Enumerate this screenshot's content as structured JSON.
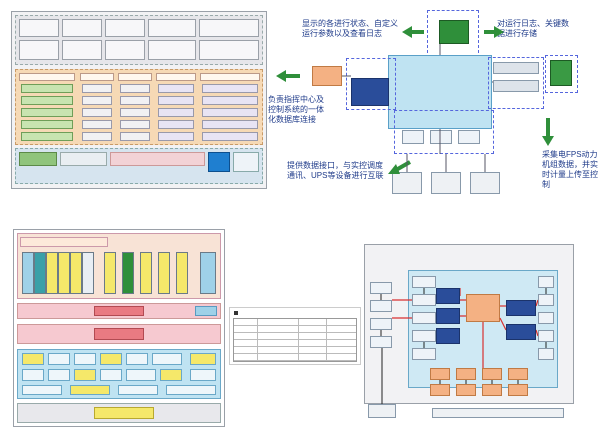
{
  "quadrant_tl": {
    "top_title": "",
    "sections": [
      "",
      "",
      "",
      ""
    ],
    "label_mid": "",
    "label_bottom": ""
  },
  "annotations": {
    "tl_right": "负责指挥中心及控制系统的一体化数据库连接",
    "top_center": "显示的各进行状态、自定义运行参数以及查看日志",
    "top_right": "对运行日志、关键数据进行存储",
    "mid_right": "采集电FPS动力机组数据，并实时计量上传至控制",
    "bottom_center": "提供数据接口，与实控调度通讯、UPS等设备进行互联"
  },
  "quadrant_tr": {
    "top_box": "",
    "center_box": "",
    "left_small": "",
    "bottom_boxes": [
      "",
      "",
      ""
    ]
  },
  "quadrant_bl": {
    "title": "",
    "rows": [
      "",
      "",
      "",
      "",
      ""
    ]
  },
  "table_mid": {
    "caption": "",
    "headers": [
      "",
      "",
      "",
      ""
    ],
    "rows": [
      [
        "",
        "",
        "",
        ""
      ],
      [
        "",
        "",
        "",
        ""
      ],
      [
        "",
        "",
        "",
        ""
      ],
      [
        "",
        "",
        "",
        ""
      ],
      [
        "",
        "",
        "",
        ""
      ],
      [
        "",
        "",
        "",
        ""
      ]
    ]
  },
  "quadrant_br": {
    "title": "",
    "center_box": ""
  },
  "colors": {
    "tl_top": "#e6e6ea",
    "tl_mid": "#f6d9b5",
    "tl_bottom": "#d6e4ef",
    "green_box": "#90c47c",
    "blue_box": "#1f7fd0",
    "yellow_box": "#f5e86a",
    "teal_box": "#3aa0a8",
    "pink_band": "#f6c9d0",
    "annotation_blue": "#1f3b8a",
    "arrow_green": "#2f8f3a",
    "cyan_panel": "#bfe3f2",
    "red_line": "#d83030",
    "orange_box": "#f4b183"
  }
}
